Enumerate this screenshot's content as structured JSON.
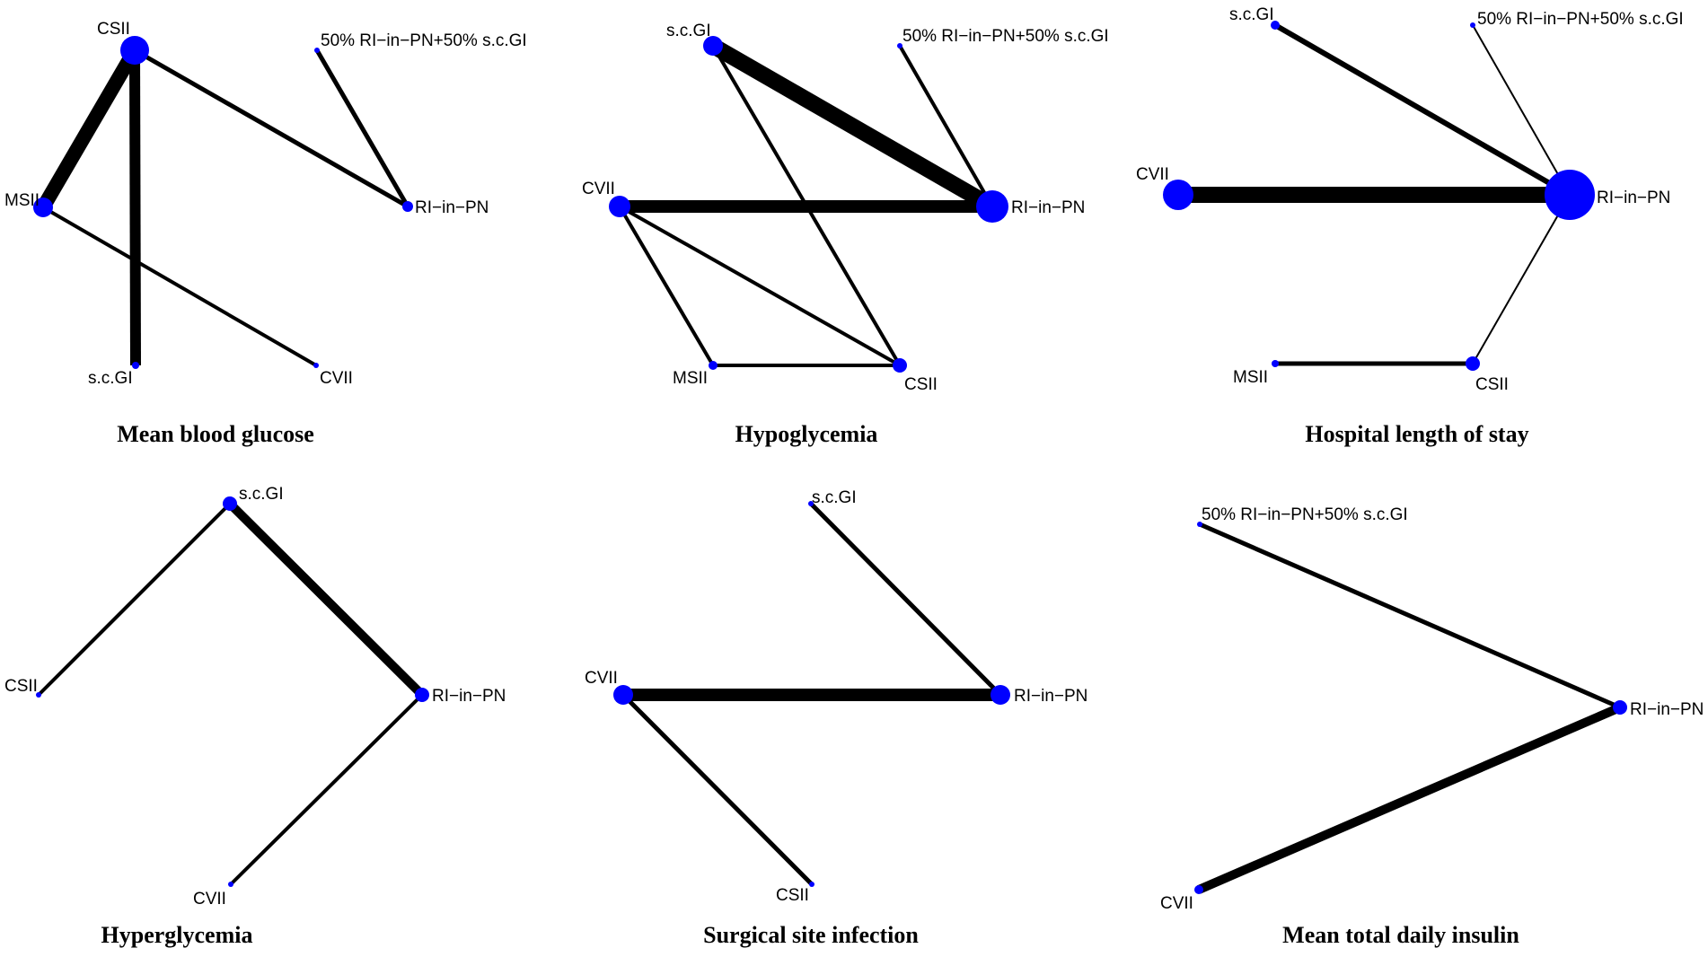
{
  "figure": {
    "node_color": "#0000ff",
    "edge_color": "#000000",
    "panels": [
      {
        "title": "Mean blood glucose",
        "nodes": [
          {
            "id": "CSII",
            "label": "CSII"
          },
          {
            "id": "MIX",
            "label": "50% RI−in−PN+50% s.c.GI"
          },
          {
            "id": "MSII",
            "label": "MSII"
          },
          {
            "id": "RI",
            "label": "RI−in−PN"
          },
          {
            "id": "SCGI",
            "label": "s.c.GI"
          },
          {
            "id": "CVII",
            "label": "CVII"
          }
        ],
        "edges": [
          {
            "from": "CSII",
            "to": "MSII"
          },
          {
            "from": "CSII",
            "to": "SCGI"
          },
          {
            "from": "CSII",
            "to": "RI"
          },
          {
            "from": "MIX",
            "to": "RI"
          },
          {
            "from": "MSII",
            "to": "CVII"
          }
        ]
      },
      {
        "title": "Hypoglycemia",
        "nodes": [
          {
            "id": "SCGI",
            "label": "s.c.GI"
          },
          {
            "id": "MIX",
            "label": "50% RI−in−PN+50% s.c.GI"
          },
          {
            "id": "CVII",
            "label": "CVII"
          },
          {
            "id": "RI",
            "label": "RI−in−PN"
          },
          {
            "id": "MSII",
            "label": "MSII"
          },
          {
            "id": "CSII",
            "label": "CSII"
          }
        ],
        "edges": [
          {
            "from": "SCGI",
            "to": "RI"
          },
          {
            "from": "SCGI",
            "to": "CSII"
          },
          {
            "from": "MIX",
            "to": "RI"
          },
          {
            "from": "CVII",
            "to": "RI"
          },
          {
            "from": "CVII",
            "to": "MSII"
          },
          {
            "from": "CVII",
            "to": "CSII"
          },
          {
            "from": "MSII",
            "to": "CSII"
          }
        ]
      },
      {
        "title": "Hospital length of stay",
        "nodes": [
          {
            "id": "SCGI",
            "label": "s.c.GI"
          },
          {
            "id": "MIX",
            "label": "50% RI−in−PN+50% s.c.GI"
          },
          {
            "id": "CVII",
            "label": "CVII"
          },
          {
            "id": "RI",
            "label": "RI−in−PN"
          },
          {
            "id": "MSII",
            "label": "MSII"
          },
          {
            "id": "CSII",
            "label": "CSII"
          }
        ],
        "edges": [
          {
            "from": "SCGI",
            "to": "RI"
          },
          {
            "from": "MIX",
            "to": "RI"
          },
          {
            "from": "CVII",
            "to": "RI"
          },
          {
            "from": "RI",
            "to": "CSII"
          },
          {
            "from": "MSII",
            "to": "CSII"
          }
        ]
      },
      {
        "title": "Hyperglycemia",
        "nodes": [
          {
            "id": "SCGI",
            "label": "s.c.GI"
          },
          {
            "id": "CSII",
            "label": "CSII"
          },
          {
            "id": "RI",
            "label": "RI−in−PN"
          },
          {
            "id": "CVII",
            "label": "CVII"
          }
        ],
        "edges": [
          {
            "from": "SCGI",
            "to": "CSII"
          },
          {
            "from": "SCGI",
            "to": "RI"
          },
          {
            "from": "RI",
            "to": "CVII"
          }
        ]
      },
      {
        "title": "Surgical site infection",
        "nodes": [
          {
            "id": "SCGI",
            "label": "s.c.GI"
          },
          {
            "id": "CVII",
            "label": "CVII"
          },
          {
            "id": "RI",
            "label": "RI−in−PN"
          },
          {
            "id": "CSII",
            "label": "CSII"
          }
        ],
        "edges": [
          {
            "from": "SCGI",
            "to": "RI"
          },
          {
            "from": "CVII",
            "to": "RI"
          },
          {
            "from": "CVII",
            "to": "CSII"
          }
        ]
      },
      {
        "title": "Mean total daily insulin",
        "nodes": [
          {
            "id": "MIX",
            "label": "50% RI−in−PN+50% s.c.GI"
          },
          {
            "id": "RI",
            "label": "RI−in−PN"
          },
          {
            "id": "CVII",
            "label": "CVII"
          }
        ],
        "edges": [
          {
            "from": "MIX",
            "to": "RI"
          },
          {
            "from": "CVII",
            "to": "RI"
          }
        ]
      }
    ]
  }
}
